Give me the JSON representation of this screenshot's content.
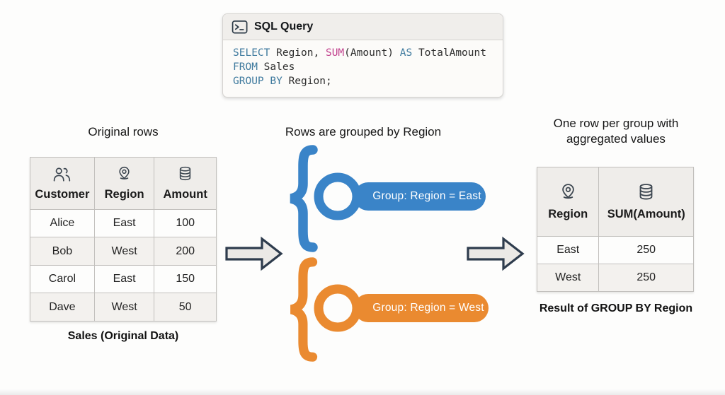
{
  "colors": {
    "blue": "#3a84c8",
    "orange": "#ea8a30"
  },
  "icons": {
    "terminal": "terminal-icon",
    "customers": "customers-icon",
    "location": "location-pin-icon",
    "database": "database-icon",
    "arrow": "block-arrow-right-icon",
    "brace": "curly-brace-icon"
  },
  "sql": {
    "title": "SQL Query",
    "line1": {
      "kw1": "SELECT",
      "plain1": " Region, ",
      "fn": "SUM",
      "plain2": "(Amount) ",
      "kw2": "AS",
      "plain3": " TotalAmount"
    },
    "line2": {
      "kw": "FROM",
      "plain": " Sales"
    },
    "line3": {
      "kw": "GROUP BY",
      "plain": " Region;"
    }
  },
  "left": {
    "title": "Original rows",
    "caption": "Sales (Original Data)",
    "headers": [
      "Customer",
      "Region",
      "Amount"
    ],
    "rows": [
      [
        "Alice",
        "East",
        "100"
      ],
      [
        "Bob",
        "West",
        "200"
      ],
      [
        "Carol",
        "East",
        "150"
      ],
      [
        "Dave",
        "West",
        "50"
      ]
    ]
  },
  "middle": {
    "title": "Rows are grouped by Region",
    "group_east": "Group: Region = East",
    "group_west": "Group: Region = West"
  },
  "right": {
    "title_line1": "One row per group with",
    "title_line2": "aggregated values",
    "caption": "Result of GROUP BY Region",
    "headers": [
      "Region",
      "SUM(Amount)"
    ],
    "rows": [
      [
        "East",
        "250"
      ],
      [
        "West",
        "250"
      ]
    ]
  }
}
